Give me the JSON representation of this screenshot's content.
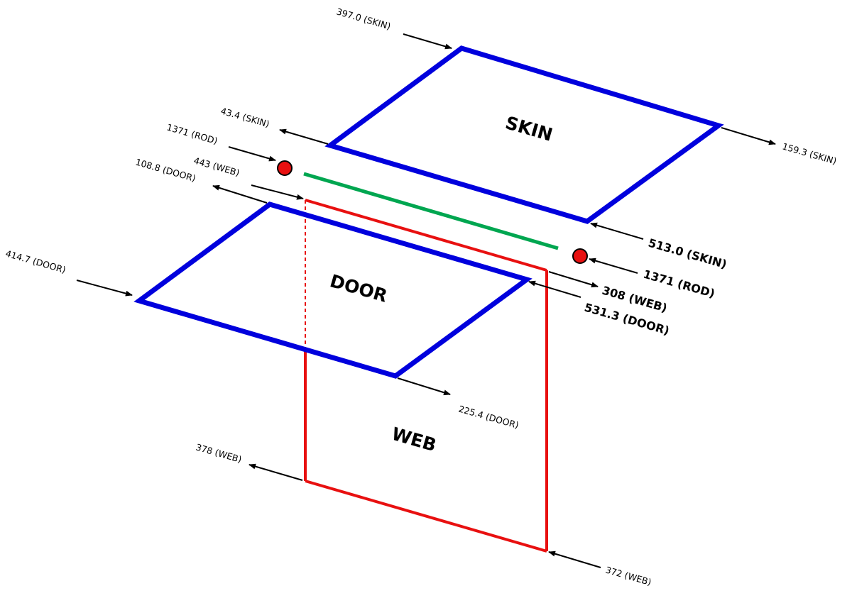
{
  "panels": {
    "skin": "SKIN",
    "door": "DOOR",
    "web": "WEB"
  },
  "labels": {
    "skin_top": "397.0 (SKIN)",
    "skin_left": "43.4 (SKIN)",
    "skin_right": "159.3 (SKIN)",
    "skin_bottom": "513.0 (SKIN)",
    "rod_left": "1371 (ROD)",
    "rod_right": "1371 (ROD)",
    "web_top_left": "443 (WEB)",
    "web_top_right": "308 (WEB)",
    "web_bottom_left": "378 (WEB)",
    "web_bottom_right": "372 (WEB)",
    "door_top_left": "108.8 (DOOR)",
    "door_left": "414.7 (DOOR)",
    "door_right": "531.3 (DOOR)",
    "door_bottom": "225.4 (DOOR)"
  },
  "colors": {
    "skin": "#0000dd",
    "door": "#0000dd",
    "web": "#e81010",
    "rod": "#00a650",
    "rod_end": "#e81010",
    "arrow": "#000000"
  }
}
